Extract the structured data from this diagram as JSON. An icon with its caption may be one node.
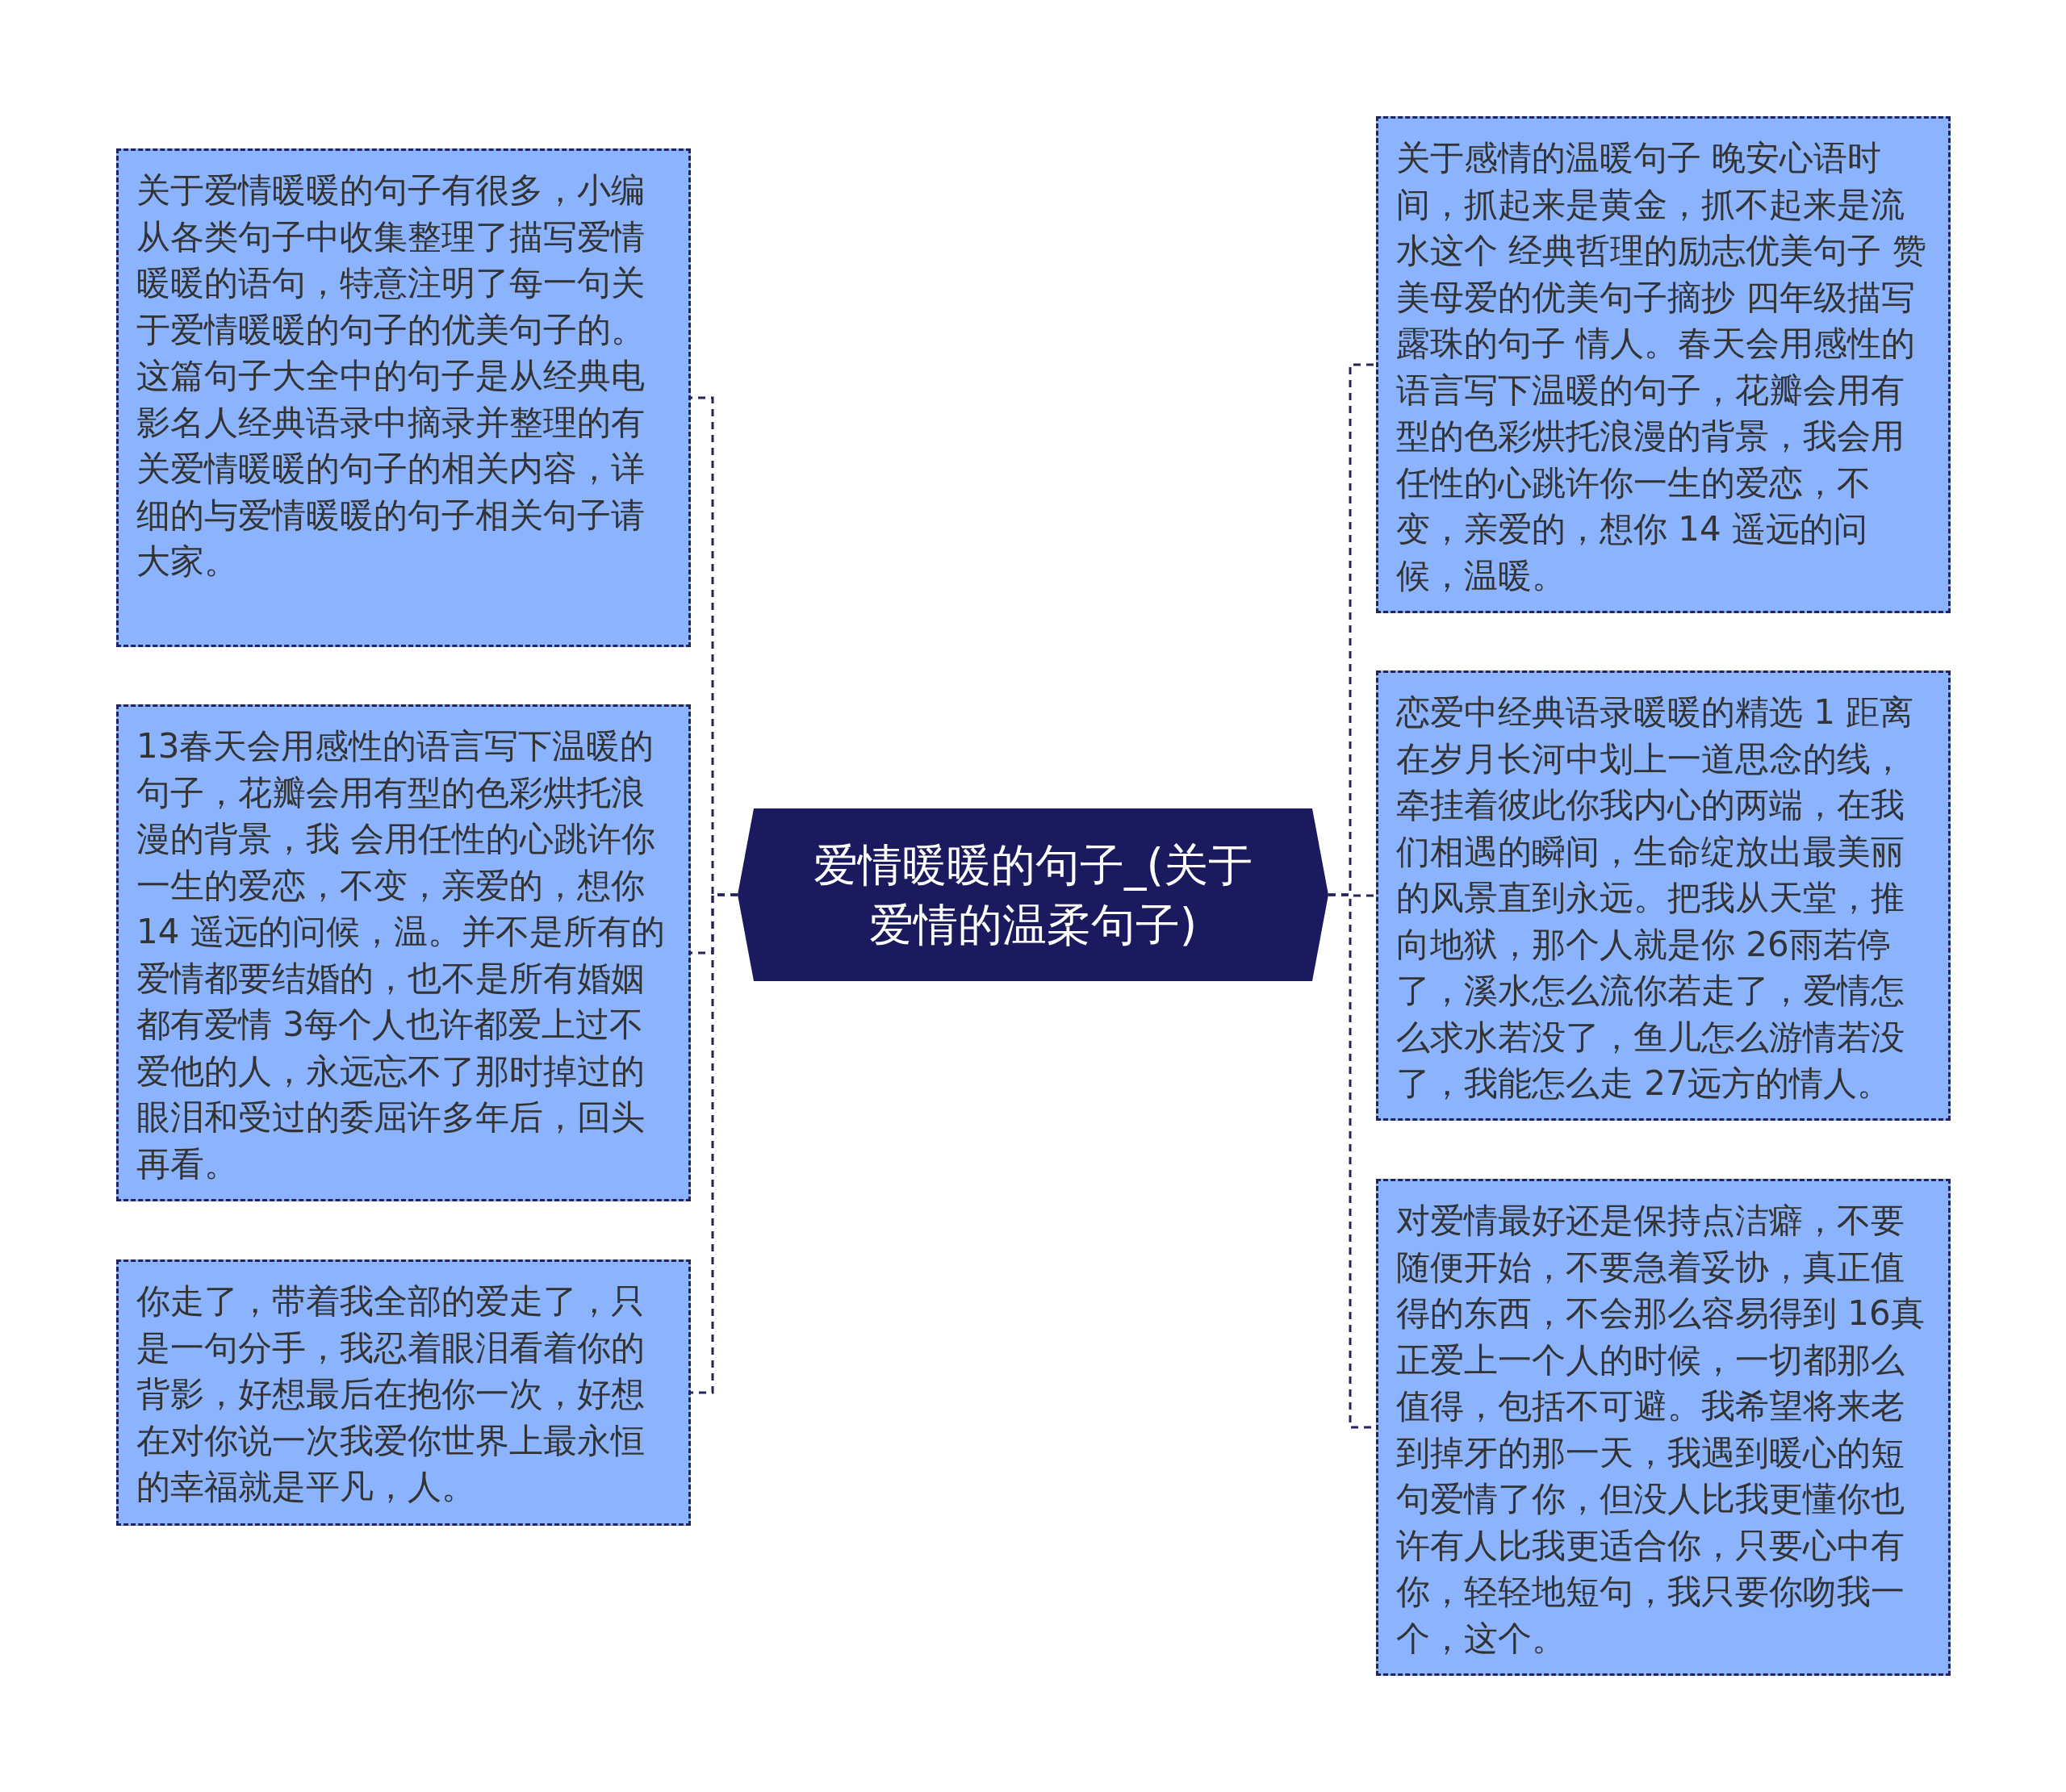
{
  "diagram": {
    "nodes": [
      {
        "text": [
          "爱情暖暖的句子_(关于爱情的温柔句子)"
        ]
      },
      {
        "text": [
          "关于爱情暖暖的句子有很多，小编从各类句子中收集整理了描写爱情暖暖的语句，特意注明了每一句关于爱情暖暖的句子的优美句子的。这篇句子大全中的句子是从经典电影名人经典语录中摘录并整理的有关爱情暖暖的句子的相关内容，详细的与爱情暖暖的句子相关句子请大家。"
        ]
      },
      {
        "text": [
          "13春天会用感性的语言写下温暖的句子，花瓣会用有型的色彩烘托浪漫的背景，我 会用任性的心跳许你一生的爱恋，不变，亲爱的，想你 14 遥远的问候，温。并不是所有的爱情都要结婚的，也不是所有婚姻都有爱情 3每个人也许都爱上过不爱他的人，永远忘不了那时掉过的眼泪和受过的委屈许多年后，回头再看。"
        ]
      },
      {
        "text": [
          "你走了，带着我全部的爱走了，只是一句分手，我忍着眼泪看着你的背影，好想最后在抱你一次，好想在对你说一次我爱你世界上最永恒的幸福就是平凡，人。"
        ]
      },
      {
        "text": [
          "关于感情的温暖句子 晚安心语时间，抓起来是黄金，抓不起来是流水这个 经典哲理的励志优美句子 赞美母爱的优美句子摘抄 四年级描写露珠的句子 情人。春天会用感性的语言写下温暖的句子，花瓣会用有型的色彩烘托浪漫的背景，我会用任性的心跳许你一生的爱恋，不变，亲爱的，想你 14 遥远的问候，温暖。"
        ]
      },
      {
        "text": [
          "恋爱中经典语录暖暖的精选 1 距离在岁月长河中划上一道思念的线，牵挂着彼此你我内心的两端，在我们相遇的瞬间，生命绽放出最美丽的风景直到永远。把我从天堂，推向地狱，那个人就是你 26雨若停了，溪水怎么流你若走了，爱情怎么求水若没了，鱼儿怎么游情若没了，我能怎么走 27远方的情人。"
        ]
      },
      {
        "text": [
          "对爱情最好还是保持点洁癖，不要随便开始，不要急着妥协，真正值得的东西，不会那么容易得到 16真正爱上一个人的时候，一切都那么值得，包括不可避。我希望将来老到掉牙的那一天，我遇到暖心的短句爱情了你，但没人比我更懂你也许有人比我更适合你，只要心中有你，轻轻地短句，我只要你吻我一个，这个。"
        ]
      }
    ],
    "edges": [
      {
        "from": 0,
        "to": 1,
        "arrow": "none",
        "style": "dashed"
      },
      {
        "from": 0,
        "to": 2,
        "arrow": "none",
        "style": "dashed"
      },
      {
        "from": 0,
        "to": 3,
        "arrow": "none",
        "style": "dashed"
      },
      {
        "from": 0,
        "to": 4,
        "arrow": "none",
        "style": "dashed"
      },
      {
        "from": 0,
        "to": 5,
        "arrow": "none",
        "style": "dashed"
      },
      {
        "from": 0,
        "to": 6,
        "arrow": "none",
        "style": "dashed"
      }
    ]
  }
}
